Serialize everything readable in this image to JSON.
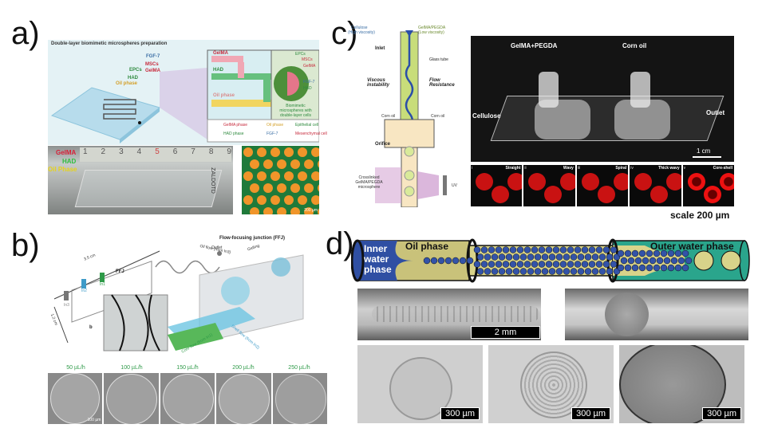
{
  "panels": {
    "a": {
      "label": "a)",
      "title": "Double-layer biomimetic microspheres preparation",
      "device_labels": [
        "FGF-7",
        "MSCs",
        "EPCs",
        "GelMA",
        "HAD",
        "Oil phase"
      ],
      "zoom_labels": [
        "GelMA",
        "HAD",
        "Oil phase"
      ],
      "sphere_labels": [
        "EPCs",
        "MSCs",
        "GelMA",
        "FGF-7",
        "HAD"
      ],
      "sphere_caption": "Biomimetic microspheres with double-layer cells",
      "legend": [
        "GelMA phase",
        "Oil phase",
        "Epithelial cell",
        "HAD phase",
        "FGF-7",
        "Mesenchymal cell"
      ],
      "photo_labels": [
        "GelMA",
        "HAD",
        "Oil Phase"
      ],
      "ruler_ticks": [
        "1",
        "2",
        "3",
        "4",
        "5",
        "6",
        "7",
        "8",
        "9"
      ],
      "chip_text": "ZALDOTD",
      "fluor_scale": "200 µm",
      "colors": {
        "gelma": "#d9304a",
        "had": "#2e9a48",
        "oil": "#e8c53a",
        "fgf": "#3aa0d8"
      }
    },
    "b": {
      "label": "b)",
      "dim_width": "3.5 cm",
      "dim_height": "1.2 cm",
      "inlets": [
        "In3",
        "In2",
        "In1"
      ],
      "ffj": "FFJ",
      "outlet": "Outlet",
      "sub_b": "b",
      "junction_title": "Flow-focusing junction (FFJ)",
      "oil_flow": "Oil flow (from In3)",
      "gelling": "Gelling",
      "core_flow": "Core flow (from In1)",
      "shell_flow": "Shell flow (from In2)",
      "flow_rates": [
        "50 µL/h",
        "100 µL/h",
        "150 µL/h",
        "200 µL/h",
        "250 µL/h"
      ],
      "strip_scale": "100 µm"
    },
    "c": {
      "label": "c)",
      "schematic": {
        "cellulose": "Cellulose",
        "cellulose_sub": "(High viscosity)",
        "gelma": "GelMA/PEGDA",
        "gelma_sub": "(Low viscosity)",
        "inlet": "Inlet",
        "glass_tube": "Glass tube",
        "viscous": "Viscous instability",
        "flow_res": "Flow Resistance",
        "corn_oil_left": "Corn oil",
        "corn_oil_right": "Corn oil",
        "orifice": "Orifice",
        "crosslinked": "Crosslinked GelMA/PEGDA microsphere",
        "uv": "UV"
      },
      "photo": {
        "inlet1": "GelMA+PEGDA",
        "inlet2": "Corn oil",
        "left": "Cellulose",
        "right": "Outlet",
        "scale": "1 cm"
      },
      "fluor_tiles": [
        {
          "num": "i",
          "name": "Straight"
        },
        {
          "num": "ii",
          "name": "Wavy"
        },
        {
          "num": "iii",
          "name": "Spiral"
        },
        {
          "num": "iv",
          "name": "Thick wavy"
        },
        {
          "num": "v",
          "name": "Core-shell"
        }
      ],
      "scale_text": "scale 200 µm"
    },
    "d": {
      "label": "d)",
      "inner1": "Inner",
      "inner2": "water",
      "inner3": "phase",
      "oil": "Oil phase",
      "outer": "Outer water phase",
      "micro_scale": "2 mm",
      "bottom_scales": [
        "300 µm",
        "300 µm",
        "300 µm"
      ]
    }
  }
}
